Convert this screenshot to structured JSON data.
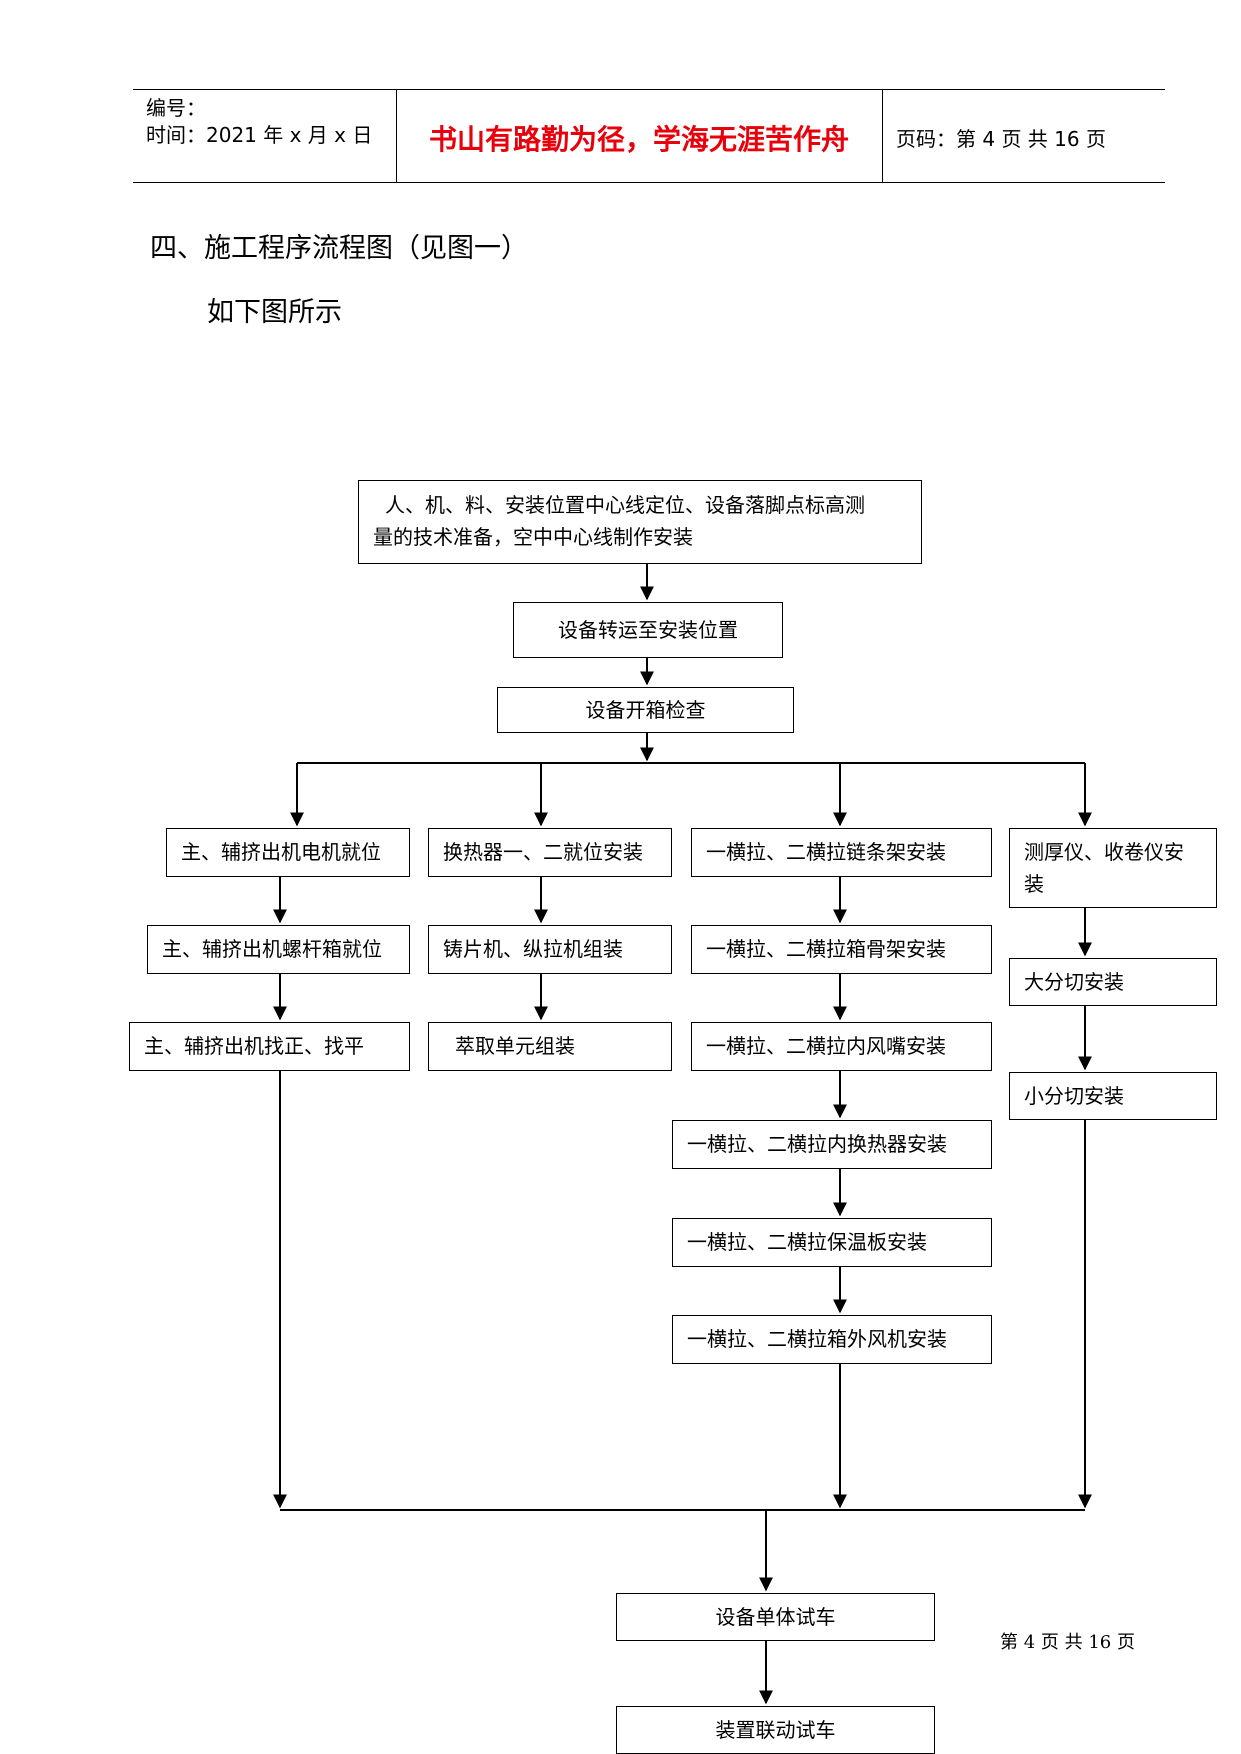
{
  "header": {
    "number_label": "编号：",
    "time_label": "时间：2021 年 x 月 x 日",
    "motto": "书山有路勤为径，学海无涯苦作舟",
    "page_label": "页码：第 4 页  共 16 页"
  },
  "section": {
    "title": "四、施工程序流程图（见图一）",
    "subtitle": "如下图所示"
  },
  "flow": {
    "prep_line1": "人、机、料、安装位置中心线定位、设备落脚点标高测",
    "prep_line2": "量的技术准备，空中中心线制作安装",
    "transport": "设备转运至安装位置",
    "unpack": "设备开箱检查",
    "col1": [
      "主、辅挤出机电机就位",
      "主、辅挤出机螺杆箱就位",
      "主、辅挤出机找正、找平"
    ],
    "col2": [
      "换热器一、二就位安装",
      "铸片机、纵拉机组装",
      "萃取单元组装"
    ],
    "col3": [
      "一横拉、二横拉链条架安装",
      "一横拉、二横拉箱骨架安装",
      "一横拉、二横拉内风嘴安装",
      "一横拉、二横拉内换热器安装",
      "一横拉、二横拉保温板安装",
      "一横拉、二横拉箱外风机安装"
    ],
    "col4_line1": "测厚仪、收卷仪安",
    "col4_line2": "装",
    "col4_rest": [
      "大分切安装",
      "小分切安装"
    ],
    "single_test": "设备单体试车",
    "joint_test": "装置联动试车"
  },
  "footer": {
    "page_number": "第  4  页  共  16  页"
  }
}
